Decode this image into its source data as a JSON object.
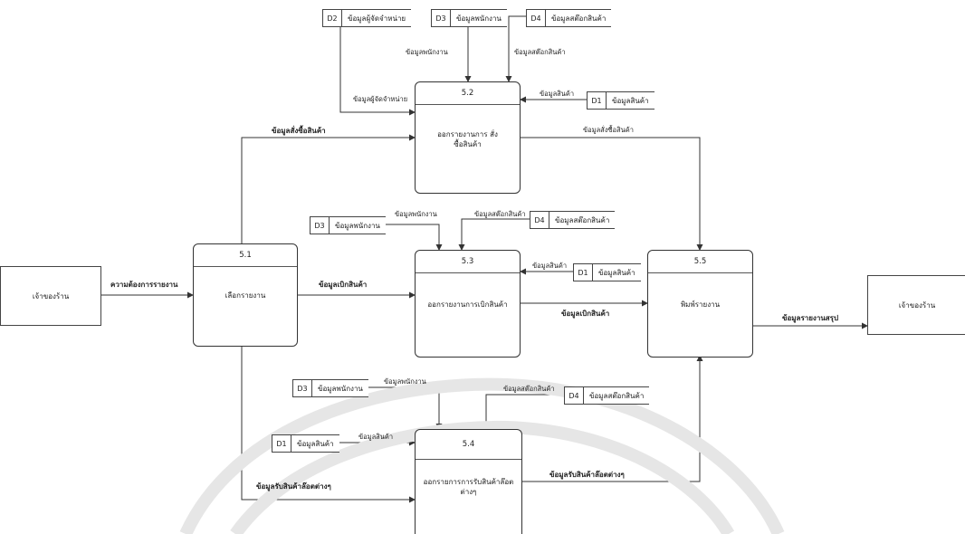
{
  "externals": {
    "left": "เจ้าของร้าน",
    "right": "เจ้าของร้าน"
  },
  "processes": {
    "p51": {
      "id": "5.1",
      "name": "เลือกรายงาน"
    },
    "p52": {
      "id": "5.2",
      "name": "ออกรายงานการ สั่งซื้อสินค้า"
    },
    "p53": {
      "id": "5.3",
      "name": "ออกรายงานการเบิกสินค้า"
    },
    "p54": {
      "id": "5.4",
      "name": "ออกรายการการรับสินค้าล๊อต ต่างๆ"
    },
    "p55": {
      "id": "5.5",
      "name": "พิมพ์รายงาน"
    }
  },
  "stores": {
    "d2_top": {
      "id": "D2",
      "name": "ข้อมูลผู้จัดจำหน่าย"
    },
    "d3_top": {
      "id": "D3",
      "name": "ข้อมูลพนักงาน"
    },
    "d4_top": {
      "id": "D4",
      "name": "ข้อมูลสต๊อกสินค้า"
    },
    "d1_52": {
      "id": "D1",
      "name": "ข้อมูลสินค้า"
    },
    "d3_mid": {
      "id": "D3",
      "name": "ข้อมูลพนักงาน"
    },
    "d4_mid": {
      "id": "D4",
      "name": "ข้อมูลสต๊อกสินค้า"
    },
    "d1_53": {
      "id": "D1",
      "name": "ข้อมูลสินค้า"
    },
    "d3_low": {
      "id": "D3",
      "name": "ข้อมูลพนักงาน"
    },
    "d4_low": {
      "id": "D4",
      "name": "ข้อมูลสต๊อกสินค้า"
    },
    "d1_54": {
      "id": "D1",
      "name": "ข้อมูลสินค้า"
    }
  },
  "flows": {
    "req": "ความต้องการรายงาน",
    "order_51_52": "ข้อมูลสั่งซื้อสินค้า",
    "order_52_55": "ข้อมูลสั่งซื้อสินค้า",
    "wd_51_53": "ข้อมูลเบิกสินค้า",
    "wd_53_55": "ข้อมูลเบิกสินค้า",
    "recv_51_54": "ข้อมูลรับสินค้าล๊อตต่างๆ",
    "recv_54_55": "ข้อมูลรับสินค้าล๊อตต่างๆ",
    "summary": "ข้อมูลรายงานสรุป",
    "f_d2_52": "ข้อมูลผู้จัดจำหน่าย",
    "f_d3_52": "ข้อมูลพนักงาน",
    "f_d4_52": "ข้อมูลสต๊อกสินค้า",
    "f_d1_52": "ข้อมูลสินค้า",
    "f_d3_53": "ข้อมูลพนักงาน",
    "f_d4_53": "ข้อมูลสต๊อกสินค้า",
    "f_d1_53": "ข้อมูลสินค้า",
    "f_d3_54": "ข้อมูลพนักงาน",
    "f_d4_54": "ข้อมูลสต๊อกสินค้า",
    "f_d1_54": "ข้อมูลสินค้า"
  }
}
